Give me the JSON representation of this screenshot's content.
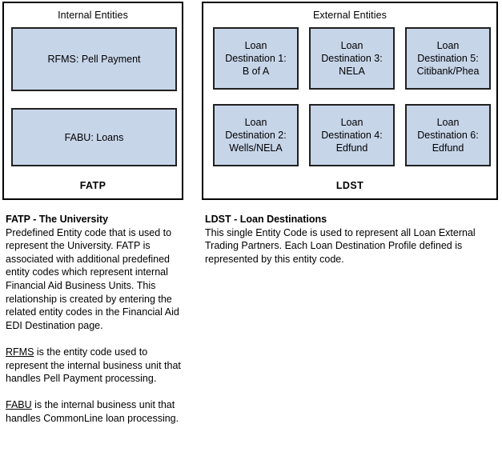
{
  "diagram": {
    "internal_panel": {
      "title": "Internal Entities",
      "code": "FATP",
      "boxes": [
        {
          "name": "rfms",
          "label": "RFMS: Pell Payment"
        },
        {
          "name": "fabu",
          "label": "FABU: Loans"
        }
      ]
    },
    "external_panel": {
      "title": "External Entities",
      "code": "LDST",
      "boxes": [
        {
          "name": "ld1",
          "label": "Loan\nDestination 1:\nB of A"
        },
        {
          "name": "ld3",
          "label": "Loan\nDestination 3:\nNELA"
        },
        {
          "name": "ld5",
          "label": "Loan\nDestination 5:\nCitibank/Phea"
        },
        {
          "name": "ld2",
          "label": "Loan\nDestination 2:\nWells/NELA"
        },
        {
          "name": "ld4",
          "label": "Loan\nDestination 4:\nEdfund"
        },
        {
          "name": "ld6",
          "label": "Loan\nDestination 6:\nEdfund"
        }
      ]
    }
  },
  "descriptions": {
    "fatp": {
      "heading": "FATP - The University",
      "body": "Predefined Entity code that is used to represent the University. FATP is associated with additional predefined entity codes which represent internal Financial Aid Business Units. This relationship is created by entering the related entity codes in the Financial Aid EDI Destination page.",
      "rfms_term": "RFMS",
      "rfms_text": " is the entity code used to represent the internal business unit that handles Pell Payment processing.",
      "fabu_term": "FABU",
      "fabu_text": " is the internal business unit that handles CommonLine loan processing."
    },
    "ldst": {
      "heading": "LDST - Loan Destinations",
      "body": "This single Entity Code is used to represent all Loan External Trading Partners. Each Loan Destination Profile defined is represented by this entity code."
    }
  },
  "colors": {
    "box_fill": "#c7d5e9",
    "box_border": "#202020",
    "panel_border": "#000000",
    "text": "#000000",
    "background": "#ffffff"
  }
}
